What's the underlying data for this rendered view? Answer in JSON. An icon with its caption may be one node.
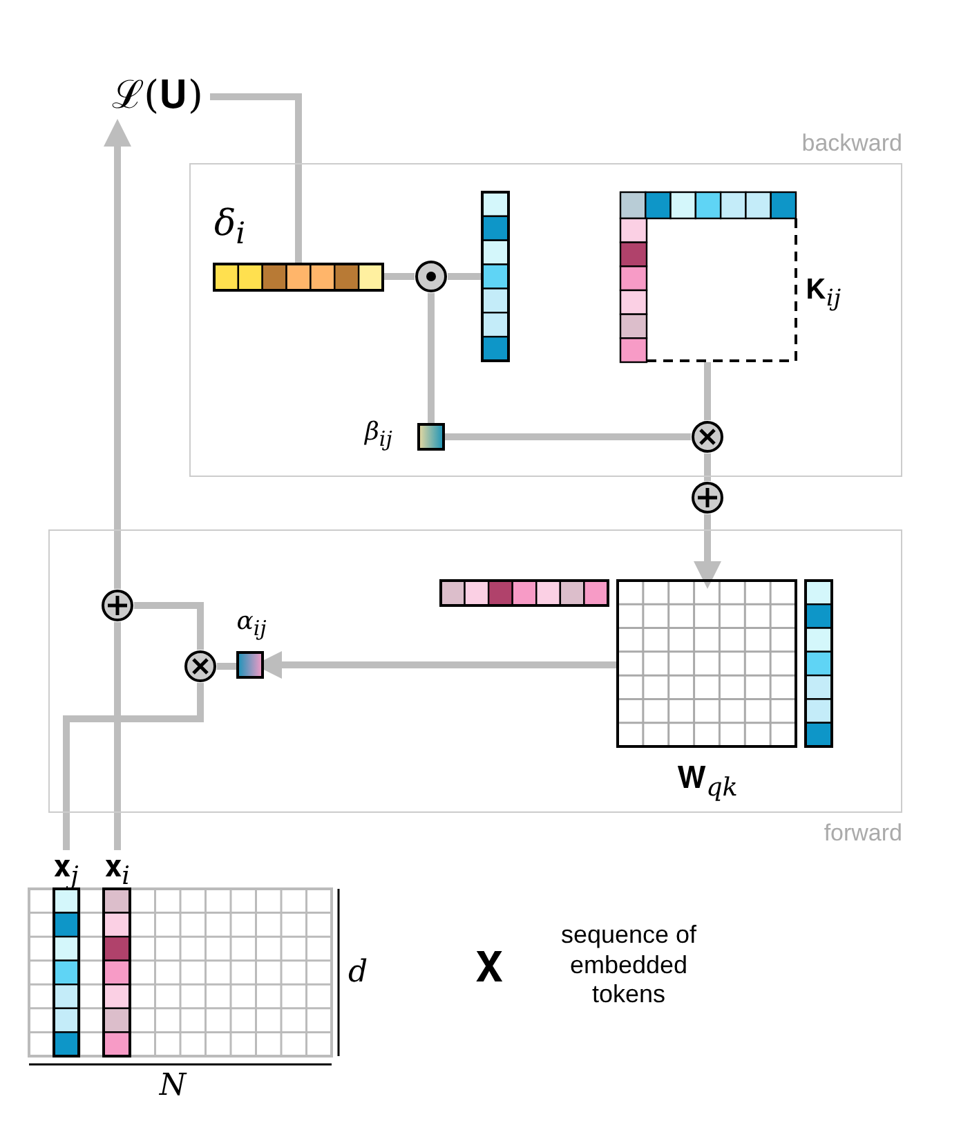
{
  "diagram": {
    "nodes": [
      {
        "text": [
          "backward"
        ]
      },
      {
        "text": [
          "forward"
        ]
      },
      {
        "text": [
          "ℒ(𝐔)"
        ]
      },
      {
        "text": [
          "δ$_{i}$"
        ],
        "in": 0
      },
      {
        "text": [],
        "shape": "circle",
        "in": 0
      },
      {
        "text": [],
        "shape": "bar",
        "in": 0
      },
      {
        "text": [
          "𝐊$_{ij}$"
        ],
        "in": 0
      },
      {
        "text": [
          "β$_{ij}$"
        ],
        "in": 0
      },
      {
        "text": [],
        "shape": "circle",
        "in": 0
      },
      {
        "text": [],
        "shape": "circle"
      },
      {
        "text": [],
        "shape": "bar",
        "in": 1
      },
      {
        "text": [
          "𝐖$_{qk}$"
        ],
        "in": 1
      },
      {
        "text": [],
        "shape": "bar",
        "in": 1
      },
      {
        "text": [
          "α$_{ij}$"
        ],
        "in": 1
      },
      {
        "text": [],
        "shape": "circle",
        "in": 1
      },
      {
        "text": [],
        "shape": "circle",
        "in": 1
      },
      {
        "text": [],
        "shape": "box"
      },
      {
        "text": [
          "𝐱$_{j}$"
        ],
        "in": 16
      },
      {
        "text": [
          "𝐱$_{i}$"
        ],
        "in": 16
      }
    ],
    "edges": [
      {
        "from": 2,
        "to": 3,
        "arrow": "none"
      },
      {
        "from": 3,
        "to": 4,
        "arrow": "none"
      },
      {
        "from": 4,
        "to": 5,
        "arrow": "none"
      },
      {
        "from": 4,
        "to": 7,
        "arrow": "none"
      },
      {
        "from": 7,
        "to": 8,
        "arrow": "none"
      },
      {
        "from": 6,
        "to": 8,
        "arrow": "none"
      },
      {
        "from": 8,
        "to": 9,
        "arrow": "none"
      },
      {
        "from": 9,
        "to": 11,
        "arrow": "to"
      },
      {
        "from": 11,
        "to": 13,
        "arrow": "to"
      },
      {
        "from": 13,
        "to": 14,
        "arrow": "none"
      },
      {
        "from": 17,
        "to": 14,
        "arrow": "none"
      },
      {
        "from": 14,
        "to": 15,
        "arrow": "none"
      },
      {
        "from": 18,
        "to": 15,
        "arrow": "none"
      },
      {
        "from": 15,
        "to": 2,
        "arrow": "to"
      }
    ],
    "labels": [
      "d",
      "N",
      "𝐗",
      "sequence of embedded tokens"
    ]
  }
}
